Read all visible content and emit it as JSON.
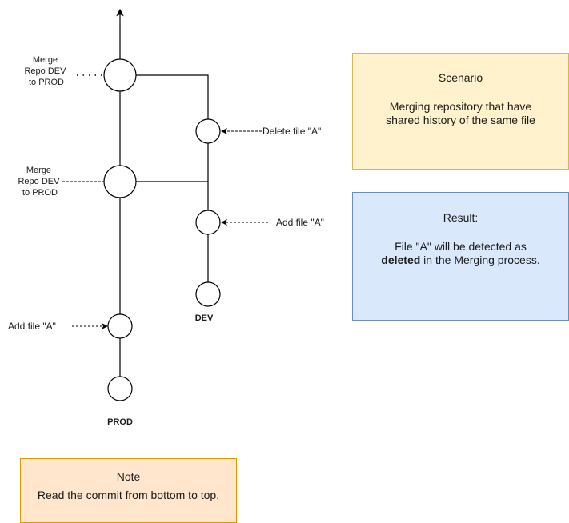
{
  "diagram": {
    "merge_top_label": [
      "Merge",
      "Repo DEV",
      "to PROD"
    ],
    "merge_mid_label": [
      "Merge",
      "Repo DEV",
      "to PROD"
    ],
    "delete_label": "Delete file \"A\"",
    "dev_add_label": "Add file \"A\"",
    "prod_add_label": "Add file \"A\"",
    "dev_branch": "DEV",
    "prod_branch": "PROD"
  },
  "scenario": {
    "title": "Scenario",
    "line1": "Merging repository that have",
    "line2": "shared history of the same file"
  },
  "result": {
    "title": "Result:",
    "line1": "File \"A\" will be detected as",
    "bold": "deleted",
    "line2_rest": " in the Merging process."
  },
  "note": {
    "title": "Note",
    "text": "Read the commit from bottom to top."
  },
  "colors": {
    "scenario_fill": "#fff2cc",
    "result_fill": "#dae8fc",
    "note_fill": "#ffe6cc"
  }
}
